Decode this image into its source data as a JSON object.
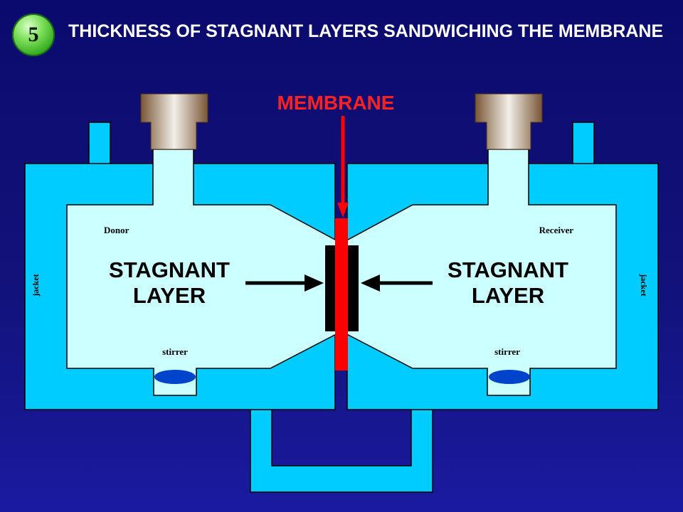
{
  "slide": {
    "number": "5",
    "title": "THICKNESS OF STAGNANT LAYERS SANDWICHING THE MEMBRANE"
  },
  "diagram": {
    "membrane_label": "MEMBRANE",
    "donor_label": "Donor",
    "receiver_label": "Receiver",
    "left_layer_line1": "STAGNANT",
    "left_layer_line2": "LAYER",
    "right_layer_line1": "STAGNANT",
    "right_layer_line2": "LAYER",
    "left_stirrer": "stirrer",
    "right_stirrer": "stirrer",
    "left_jacket": "jacket",
    "right_jacket": "jacket"
  },
  "colors": {
    "background": "#0a0a6e",
    "jacket": "#00ccff",
    "chamber": "#ccffff",
    "membrane": "#ff0000",
    "stagnant_layer": "#000000",
    "stirrer": "#0044cc",
    "cap": "#a07850",
    "title_text": "#ffffff",
    "membrane_text": "#ff2020"
  }
}
